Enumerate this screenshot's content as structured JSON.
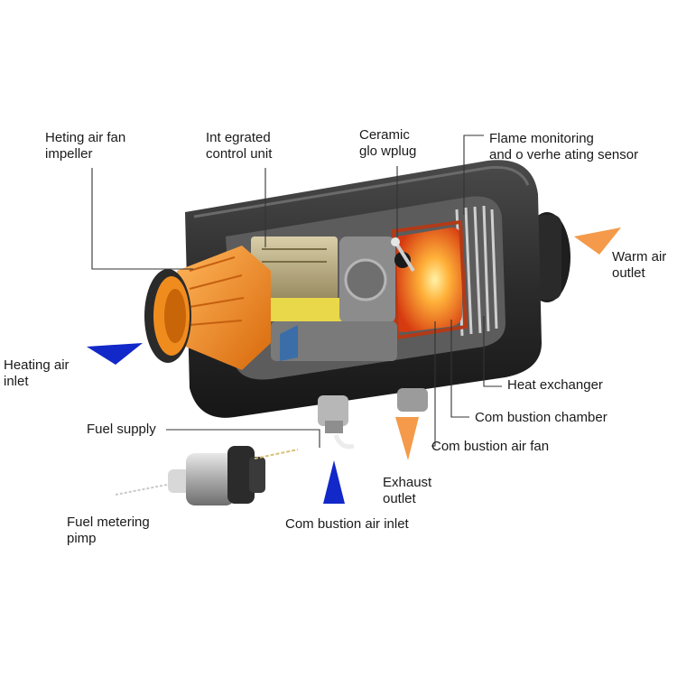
{
  "diagram": {
    "labels": {
      "heating_fan_impeller": [
        "Heting air fan",
        "impeller"
      ],
      "control_unit": [
        "Int egrated",
        "control unit"
      ],
      "glow_plug": [
        "Ceramic",
        "glo wplug"
      ],
      "flame_sensor": [
        "Flame monitoring",
        "and o verhe ating sensor"
      ],
      "warm_air_outlet": [
        "Warm air",
        "outlet"
      ],
      "heating_air_inlet": [
        "Heating air",
        "inlet"
      ],
      "heat_exchanger": [
        "Heat exchanger"
      ],
      "combustion_chamber": [
        "Com bustion chamber"
      ],
      "combustion_air_fan": [
        "Com bustion air fan"
      ],
      "fuel_supply": [
        "Fuel supply"
      ],
      "exhaust_outlet": [
        "Exhaust",
        "outlet"
      ],
      "fuel_metering_pump": [
        "Fuel metering",
        "pimp"
      ],
      "combustion_air_inlet": [
        "Com bustion air inlet"
      ]
    },
    "colors": {
      "housing": "#2b2b2b",
      "impeller": "#f08c1e",
      "inlet_arrow": "#1228c8",
      "outlet_arrow": "#f49a4a",
      "combustion_glow": "#ff6a1a",
      "control_unit": "#c9b98a"
    }
  }
}
